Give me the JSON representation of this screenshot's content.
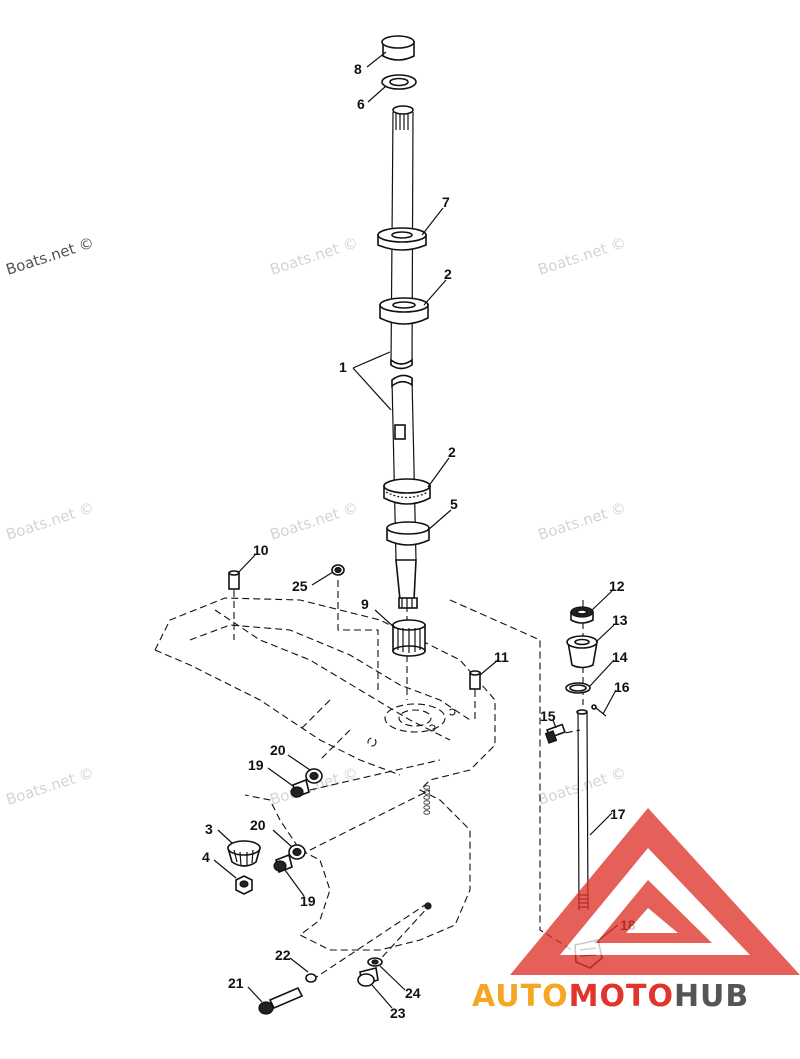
{
  "watermarks": {
    "left_dark": "Boats.net ©",
    "repeat": "Boats.net ©"
  },
  "brand": {
    "part1": "AUTO",
    "part2": "MOTO",
    "part3": "HUB",
    "color_auto": "#f5a623",
    "color_moto": "#e0342c",
    "color_hub": "#555555"
  },
  "callouts": [
    {
      "id": "8",
      "text": "8"
    },
    {
      "id": "6",
      "text": "6"
    },
    {
      "id": "7",
      "text": "7"
    },
    {
      "id": "2a",
      "text": "2"
    },
    {
      "id": "1",
      "text": "1"
    },
    {
      "id": "2b",
      "text": "2"
    },
    {
      "id": "5",
      "text": "5"
    },
    {
      "id": "10",
      "text": "10"
    },
    {
      "id": "25",
      "text": "25"
    },
    {
      "id": "9",
      "text": "9"
    },
    {
      "id": "11",
      "text": "11"
    },
    {
      "id": "12",
      "text": "12"
    },
    {
      "id": "13",
      "text": "13"
    },
    {
      "id": "14",
      "text": "14"
    },
    {
      "id": "16",
      "text": "16"
    },
    {
      "id": "15",
      "text": "15"
    },
    {
      "id": "20a",
      "text": "20"
    },
    {
      "id": "19a",
      "text": "19"
    },
    {
      "id": "3",
      "text": "3"
    },
    {
      "id": "20b",
      "text": "20"
    },
    {
      "id": "4",
      "text": "4"
    },
    {
      "id": "19b",
      "text": "19"
    },
    {
      "id": "17",
      "text": "17"
    },
    {
      "id": "18",
      "text": "18"
    },
    {
      "id": "22",
      "text": "22"
    },
    {
      "id": "21",
      "text": "21"
    },
    {
      "id": "24",
      "text": "24"
    },
    {
      "id": "23",
      "text": "23"
    }
  ]
}
